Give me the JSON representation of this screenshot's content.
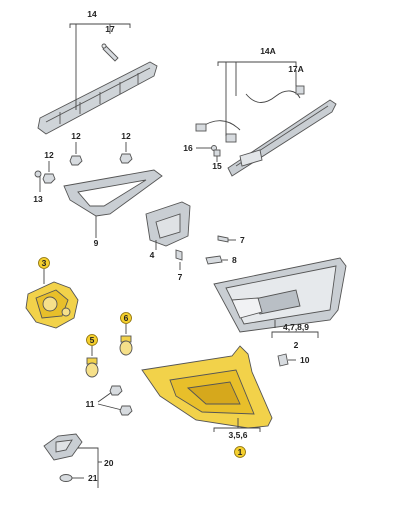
{
  "diagram": {
    "labels": {
      "l14": "14",
      "l17": "17",
      "l14a": "14A",
      "l17a": "17A",
      "l12a": "12",
      "l12b": "12",
      "l16": "16",
      "l15": "15",
      "l13": "13",
      "l9": "9",
      "l4": "4",
      "l7a": "7",
      "l8": "8",
      "l7b": "7",
      "l3": "3",
      "l6": "6",
      "l5": "5",
      "l2": "2",
      "l478": "4,7,8,9",
      "l10": "10",
      "l11": "11",
      "l356": "3,5,6",
      "l1": "1",
      "l20": "20",
      "l21": "21"
    },
    "colors": {
      "highlight": "#f4cf2e",
      "lamp_yellow": "#f2d24a",
      "part_grey": "#c9ced3",
      "line": "#444444"
    }
  }
}
